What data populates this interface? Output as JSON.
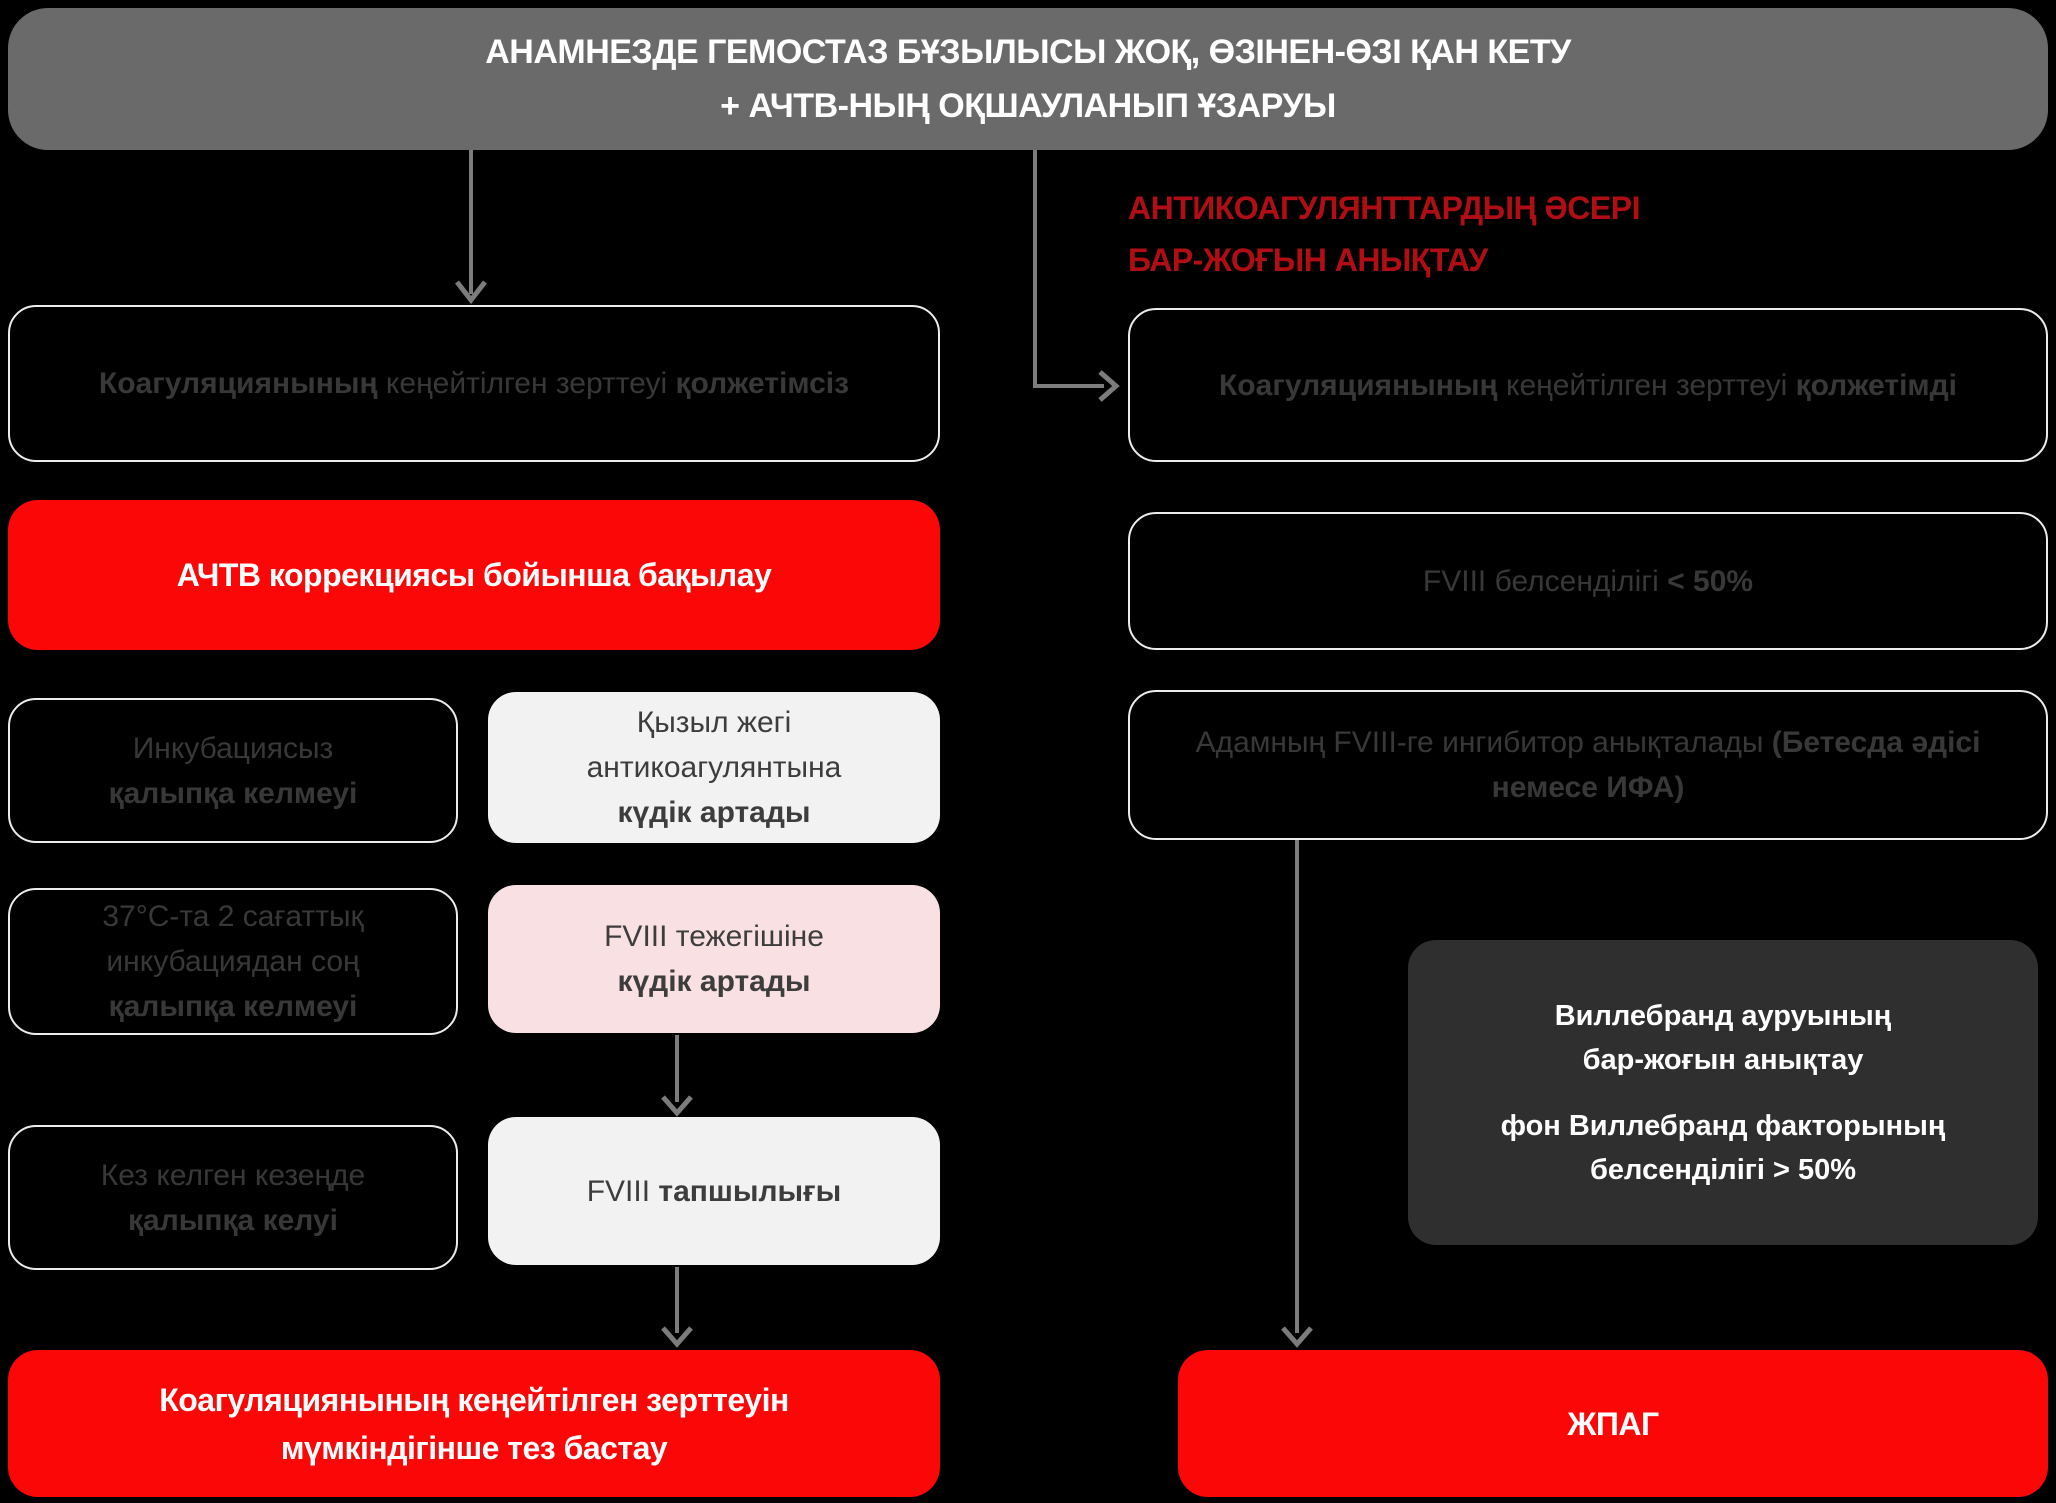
{
  "header": {
    "line1": "АНАМНЕЗДЕ ГЕМОСТАЗ БҰЗЫЛЫСЫ ЖОҚ, ӨЗІНЕН-ӨЗІ ҚАН КЕТУ",
    "line2": "+ АЧТВ-НЫҢ ОҚШАУЛАНЫП ҰЗАРУЫ"
  },
  "antikoagulant_heading": {
    "line1": "АНТИКОАГУЛЯНТТАРДЫҢ ӘСЕРІ",
    "line2": "БАР-ЖОҒЫН АНЫҚТАУ"
  },
  "left": {
    "availability": {
      "bold_lead": "Коагуляциянының",
      "middle": " кеңейтілген зерттеуі ",
      "bold_tail": "қолжетімсіз"
    },
    "aptt_red": "АЧТВ коррекциясы бойынша бақылау",
    "row1": {
      "condition_line1": "Инкубациясыз",
      "condition_line2": "қалыпқа келмеуі",
      "result_line1": "Қызыл жегі",
      "result_line2": "антикоагулянтына",
      "result_line3": "күдік артады"
    },
    "row2": {
      "condition_line1": "37°С-та 2 сағаттық",
      "condition_line2": "инкубациядан соң",
      "condition_line3": "қалыпқа келмеуі",
      "result_line1": "FVIII тежегішіне",
      "result_line2": "күдік артады"
    },
    "row3": {
      "condition_line1": "Кез келген кезеңде",
      "condition_line2": "қалыпқа келуі",
      "result_pre": "FVIII ",
      "result_bold": "тапшылығы"
    },
    "start_red": {
      "line1": "Коагуляциянының кеңейтілген зерттеуін",
      "line2": "мүмкіндігінше тез бастау"
    }
  },
  "right": {
    "availability": {
      "bold_lead": "Коагуляциянының",
      "middle": " кеңейтілген зерттеуі ",
      "bold_tail": "қолжетімді"
    },
    "fviii_activity": {
      "pre": "FVIII белсенділігі ",
      "bold": "< 50%"
    },
    "inhibitor": {
      "line1_pre": "Адамның FVIII-ге ингибитор анықталады ",
      "line1_bold": "(Бетесда әдісі",
      "line2_bold": "немесе ИФА)"
    },
    "willebrand": {
      "line1": "Виллебранд ауруының",
      "line2": "бар-жоғын анықтау",
      "line3": "фон Виллебранд факторының",
      "line4": "белсенділігі > 50%"
    },
    "zhpag": "ЖПАГ"
  },
  "colors": {
    "red": "#fb0708",
    "dark_red": "#b00e14",
    "header_gray": "#6a6a6a",
    "box_dark": "#2f2f2f",
    "pink": "#f9e0e2",
    "light_box": "#f2f2f2",
    "connector": "#7c7c7c",
    "outline_border": "#ececec",
    "outline_text": "#383838",
    "background": "#000000"
  }
}
